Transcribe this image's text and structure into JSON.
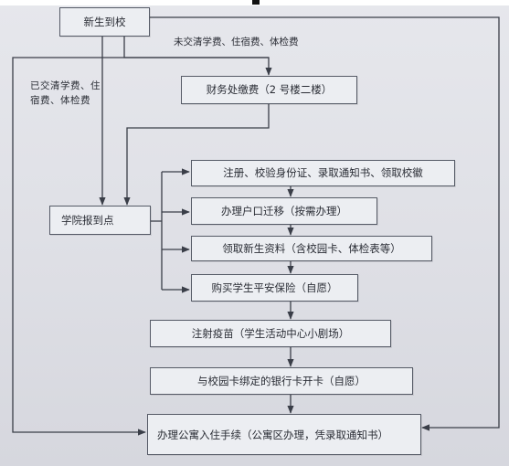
{
  "nodes": {
    "arrival": "新生到校",
    "finance": "财务处缴费（2 号楼二楼）",
    "college": "学院报到点",
    "register": "注册、校验身份证、录取通知书、领取校徽",
    "hukou": "办理户口迁移（按需办理）",
    "materials": "领取新生资料（含校园卡、体检表等）",
    "insurance": "购买学生平安保险（自愿）",
    "vaccine": "注射疫苗（学生活动中心小剧场）",
    "bankcard": "与校园卡绑定的银行卡开卡（自愿）",
    "dorm": "办理公寓入住手续（公寓区办理，凭录取通知书）"
  },
  "labels": {
    "unpaid": "未交清学费、住宿费、体检费",
    "paid": "已交清学费、住宿费、体检费"
  }
}
